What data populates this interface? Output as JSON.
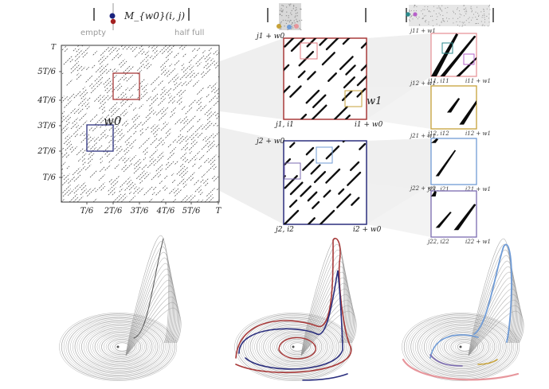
{
  "header": {
    "title": "M_{w0}(i, j)",
    "scale_left": "empty",
    "scale_right": "half full"
  },
  "main_matrix": {
    "top_label": "T",
    "y_ticks": [
      "5T/6",
      "4T/6",
      "3T/6",
      "2T/6",
      "T/6"
    ],
    "x_ticks": [
      "T/6",
      "2T/6",
      "3T/6",
      "4T/6",
      "5T/6",
      "T"
    ],
    "window_label": "w0"
  },
  "sub_red": {
    "corner_top": "j1 + w0",
    "corner_bottom_left": "j1, i1",
    "corner_bottom_right": "i1 + w0",
    "window_label": "w1"
  },
  "sub_blue": {
    "corner_top": "j2 + w0",
    "corner_bottom_left": "j2, i2",
    "corner_bottom_right": "i2 + w0"
  },
  "small_panels": [
    {
      "top": "j11 + w1",
      "bl": "j11, i11",
      "br": "i11 + w1"
    },
    {
      "top": "j12 + w1",
      "bl": "j12, i12",
      "br": "i12 + w1"
    },
    {
      "top": "j21 + w1",
      "bl": "j21, i21",
      "br": "i21 + w1"
    },
    {
      "top": "j22 + w1",
      "bl": "j22, i22",
      "br": "i22 + w1"
    }
  ],
  "colors": {
    "red": "#a83a3a",
    "navy": "#2b2f7e",
    "pink": "#e7969c",
    "gold": "#c7a238",
    "lightblue": "#6f9bd6",
    "violet": "#7b6bb0",
    "teal": "#2b8a8c",
    "magenta": "#b660c9",
    "gray": "#8c8c8c"
  }
}
